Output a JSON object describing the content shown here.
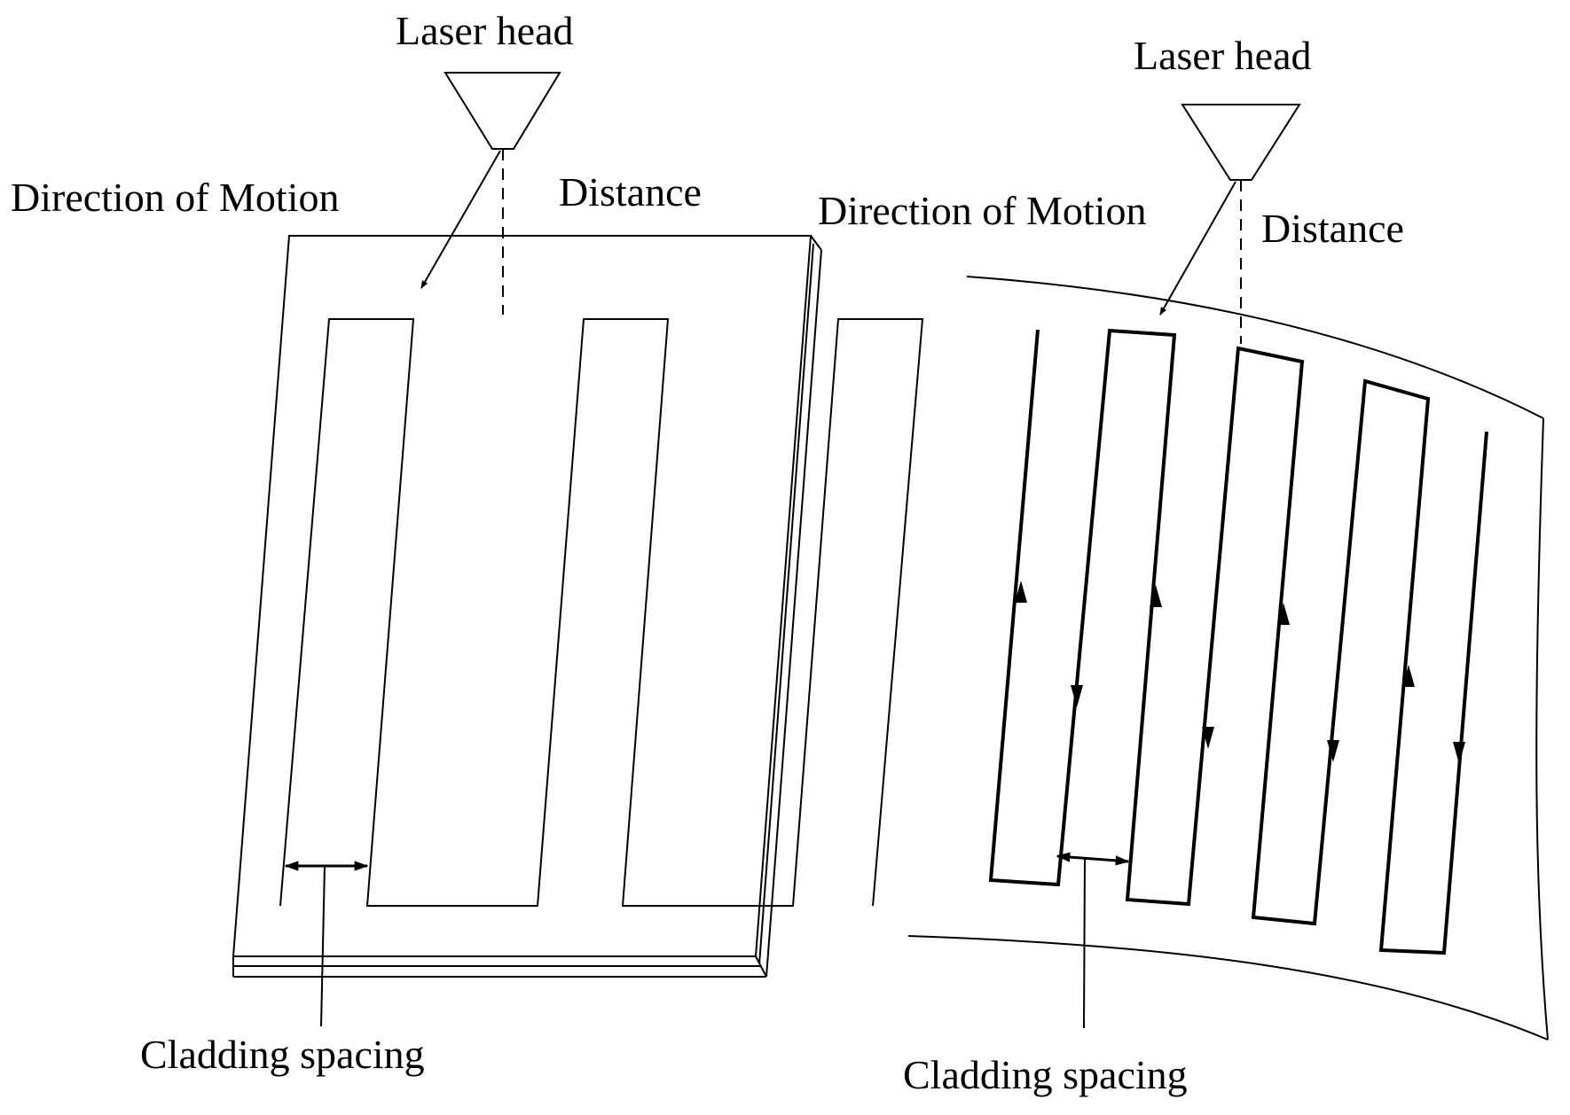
{
  "panels": [
    {
      "laser_head_label": "Laser head",
      "direction_label": "Direction of Motion",
      "distance_label": "Distance",
      "spacing_label": "Cladding spacing"
    },
    {
      "laser_head_label": "Laser head",
      "direction_label": "Direction of Motion",
      "distance_label": "Distance",
      "spacing_label": "Cladding spacing"
    }
  ],
  "colors": {
    "line": "#000000",
    "background": "#ffffff"
  }
}
